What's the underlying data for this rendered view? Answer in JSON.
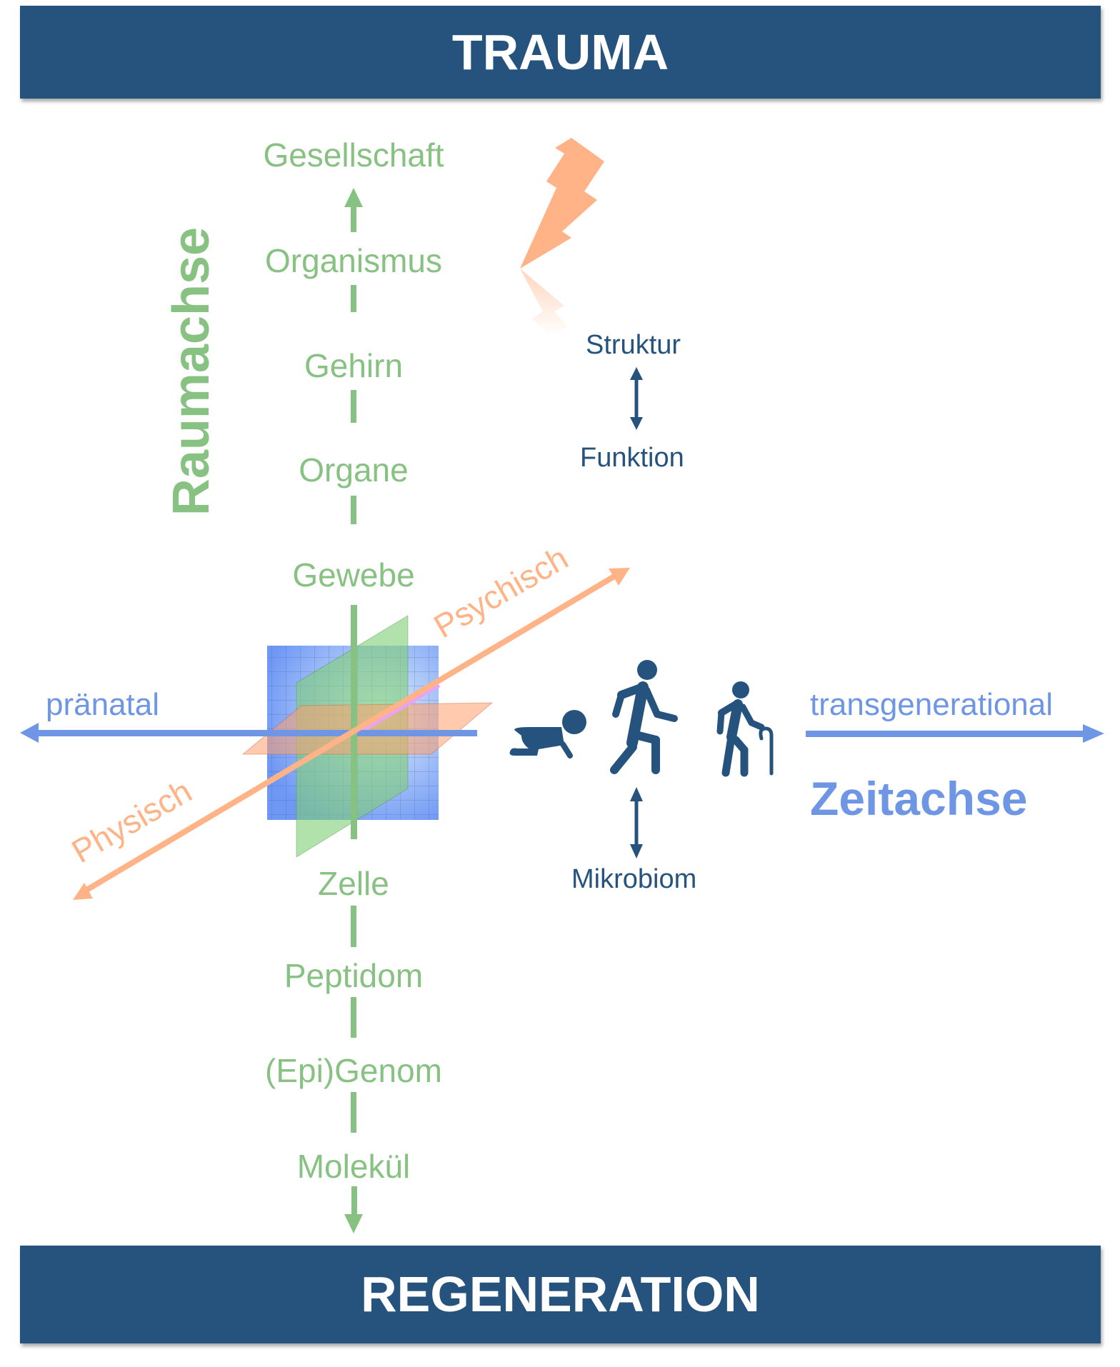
{
  "banners": {
    "top": "TRAUMA",
    "bottom": "REGENERATION"
  },
  "space_axis": {
    "title": "Raumachse",
    "color": "#88c283",
    "levels_above": [
      "Gesellschaft",
      "Organismus",
      "Gehirn",
      "Organe",
      "Gewebe"
    ],
    "levels_below": [
      "Zelle",
      "Peptidom",
      "(Epi)Genom",
      "Molekül"
    ]
  },
  "time_axis": {
    "title": "Zeitachse",
    "color": "#6f96e4",
    "start_label": "pränatal",
    "end_label": "transgenerational",
    "life_stages": [
      "baby-crawling",
      "adult-walking",
      "elderly-with-cane"
    ]
  },
  "psyche_axis": {
    "color": "#ffb387",
    "positive_label": "Psychisch",
    "negative_label": "Physisch"
  },
  "annotations": {
    "structure": "Struktur",
    "function": "Funktion",
    "microbiome": "Mikrobiom",
    "text_color": "#26537e"
  },
  "icons": {
    "trauma": "lightning-bolt-icon"
  },
  "colors": {
    "banner": "#26537e",
    "lightning": "#ffb387"
  }
}
